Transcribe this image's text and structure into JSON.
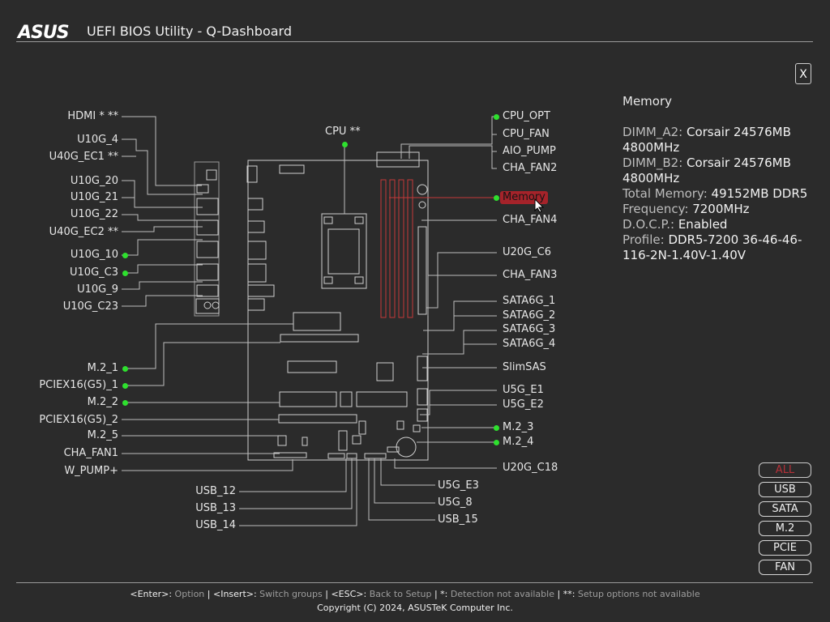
{
  "header": {
    "logo": "ASUS",
    "title": "UEFI BIOS Utility - Q-Dashboard"
  },
  "close_label": "X",
  "info": {
    "heading": "Memory",
    "rows": [
      {
        "key": "DIMM_A2:",
        "value": " Corsair 24576MB 4800MHz"
      },
      {
        "key": "DIMM_B2:",
        "value": " Corsair 24576MB 4800MHz"
      },
      {
        "key": "Total Memory:",
        "value": " 49152MB DDR5"
      },
      {
        "key": "Frequency:",
        "value": " 7200MHz"
      },
      {
        "key": "D.O.C.P.:",
        "value": " Enabled"
      },
      {
        "key": "Profile:",
        "value": " DDR5-7200 36-46-46-116-2N-1.40V-1.40V"
      }
    ]
  },
  "labels": {
    "hdmi": "HDMI * **",
    "u10g_4": "U10G_4",
    "u40g_ec1": "U40G_EC1 **",
    "u10g_20": "U10G_20",
    "u10g_21": "U10G_21",
    "u10g_22": "U10G_22",
    "u40g_ec2": "U40G_EC2 **",
    "u10g_10": "U10G_10",
    "u10g_c3": "U10G_C3",
    "u10g_9": "U10G_9",
    "u10g_c23": "U10G_C23",
    "m2_1": "M.2_1",
    "pciex16_1": "PCIEX16(G5)_1",
    "m2_2": "M.2_2",
    "pciex16_2": "PCIEX16(G5)_2",
    "m2_5": "M.2_5",
    "cha_fan1": "CHA_FAN1",
    "w_pump": "W_PUMP+",
    "cpu": "CPU **",
    "usb_12": "USB_12",
    "usb_13": "USB_13",
    "usb_14": "USB_14",
    "u5g_e3": "U5G_E3",
    "u5g_8": "U5G_8",
    "usb_15": "USB_15",
    "cpu_opt": "CPU_OPT",
    "cpu_fan": "CPU_FAN",
    "aio_pump": "AIO_PUMP",
    "cha_fan2": "CHA_FAN2",
    "memory": "Memory",
    "cha_fan4": "CHA_FAN4",
    "u20g_c6": "U20G_C6",
    "cha_fan3": "CHA_FAN3",
    "sata6g_1": "SATA6G_1",
    "sata6g_2": "SATA6G_2",
    "sata6g_3": "SATA6G_3",
    "sata6g_4": "SATA6G_4",
    "slimsas": "SlimSAS",
    "u5g_e1": "U5G_E1",
    "u5g_e2": "U5G_E2",
    "m2_3": "M.2_3",
    "m2_4": "M.2_4",
    "u20g_c18": "U20G_C18"
  },
  "filters": [
    "ALL",
    "USB",
    "SATA",
    "M.2",
    "PCIE",
    "FAN"
  ],
  "footer": {
    "k1": "<Enter>:",
    "d1": " Option",
    "sep1": " | ",
    "k2": "<Insert>:",
    "d2": " Switch groups",
    "sep2": " | ",
    "k3": "<ESC>:",
    "d3": " Back to Setup",
    "sep3": " | ",
    "k4": "*:",
    "d4": " Detection not available",
    "sep4": " | ",
    "k5": "**:",
    "d5": " Setup options not available",
    "copyright": "Copyright (C) 2024, ASUSTeK Computer Inc."
  },
  "colors": {
    "accent": "#a5232a",
    "detected": "#2ee02e",
    "line": "#bfbfbf"
  }
}
